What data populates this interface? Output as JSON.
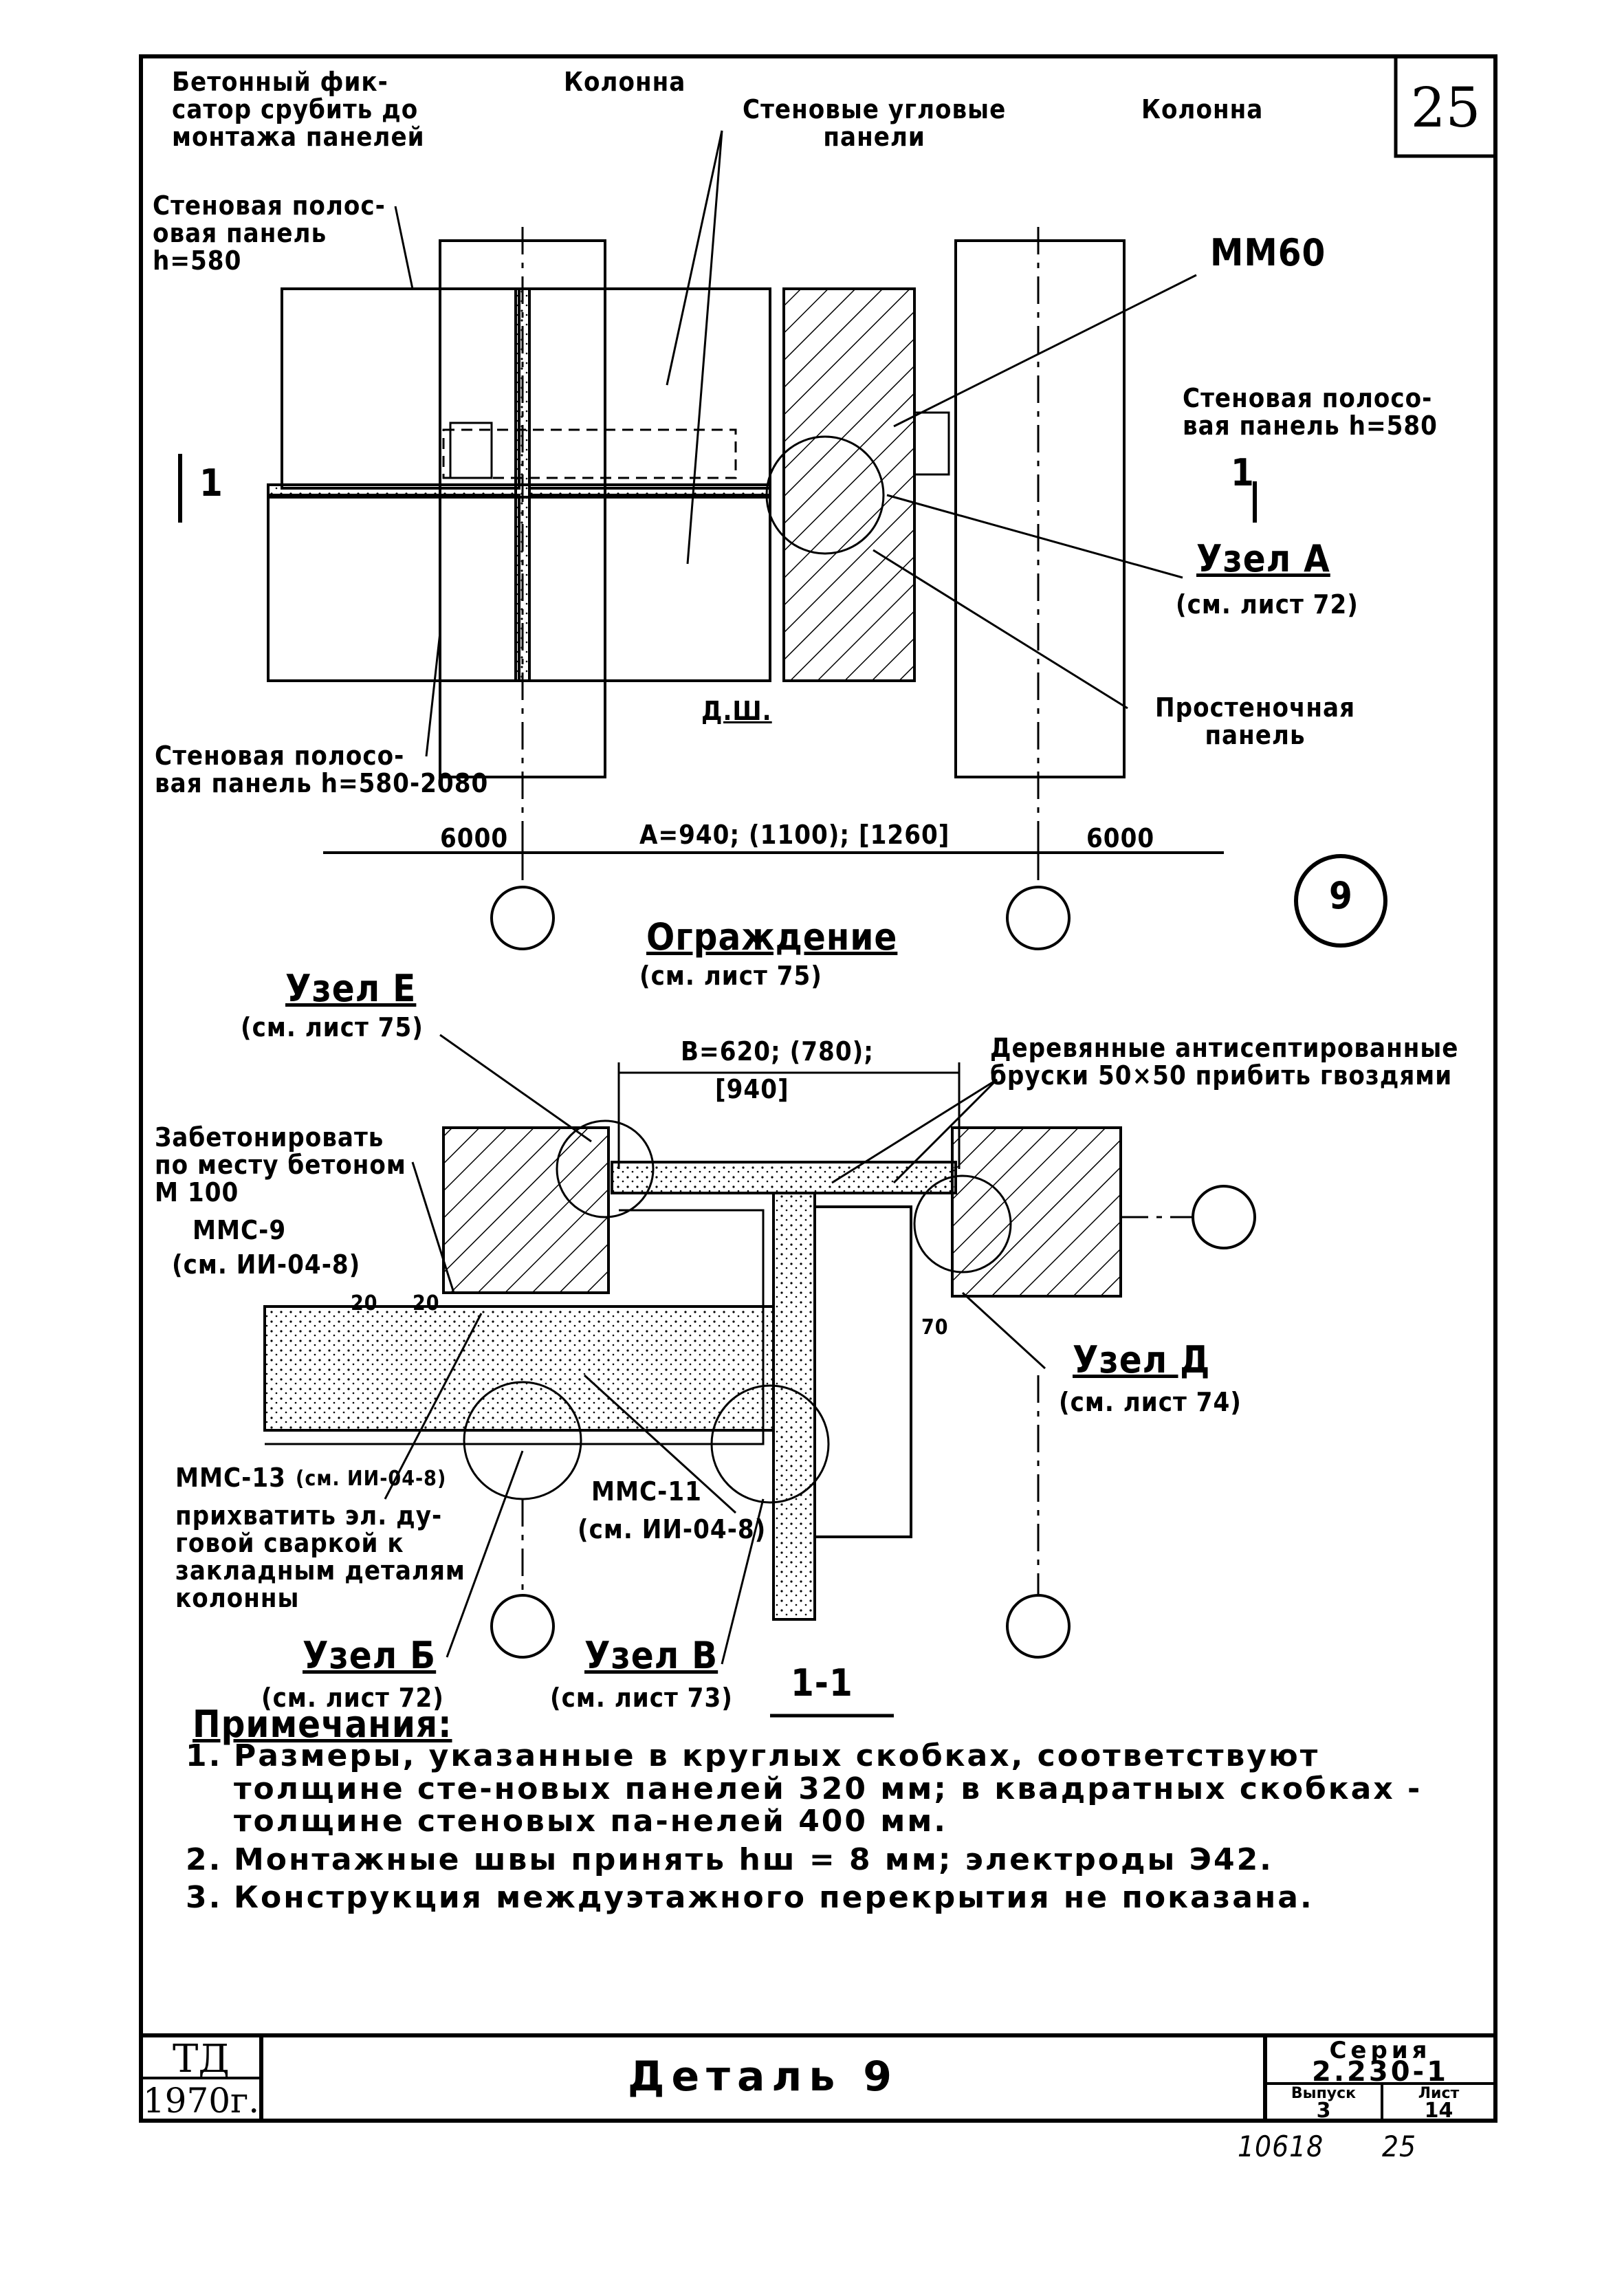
{
  "sheet_number": "25",
  "detail_number": "9",
  "plan_labels": {
    "concrete_fixer": "Бетонный фик-\nсатор срубить до\nмонтажа панелей",
    "column_left": "Колонна",
    "corner_panels": "Стеновые угловые\nпанели",
    "column_right": "Колонна",
    "strip_panel_top_left": "Стеновая полос-\nовая панель\nh=580",
    "mm60": "ММ60",
    "strip_panel_right": "Стеновая полосо-\nвая панель h=580",
    "section_mark_left": "1",
    "section_mark_right": "1",
    "node_a": "Узел А",
    "node_a_ref": "(см. лист 72)",
    "pier_panel": "Простеночная\nпанель",
    "dsh": "Д.Ш.",
    "strip_panel_bottom": "Стеновая полосо-\nвая панель h=580-2080",
    "dim_left": "6000",
    "dim_mid": "А=940; (1100); [1260]",
    "dim_right": "6000"
  },
  "section_labels": {
    "guard": "Ограждение",
    "guard_ref": "(см. лист 75)",
    "node_e": "Узел Е",
    "node_e_ref": "(см. лист 75)",
    "dim_b": "В=620; (780);",
    "dim_b2": "[940]",
    "wood_bars": "Деревянные антисептированные\nбруски 50×50 прибить гвоздями",
    "concrete_in_place": "Забетонировать\nпо месту бетоном\nМ 100",
    "mms9": "ММС-9",
    "mms9_ref": "(см. ИИ-04-8)",
    "dim_20a": "20",
    "dim_20b": "20",
    "dim_70": "70",
    "node_d": "Узел Д",
    "node_d_ref": "(см. лист 74)",
    "mms13": "ММС-13",
    "mms13_ref": "(см. ИИ-04-8)",
    "mms13_note": "прихватить эл. ду-\nговой сваркой к\nзакладным деталям\nколонны",
    "mms11": "ММС-11",
    "mms11_ref": "(см. ИИ-04-8)",
    "node_b": "Узел Б",
    "node_b_ref": "(см. лист 72)",
    "node_v": "Узел В",
    "node_v_ref": "(см. лист 73)",
    "section_title": "1-1"
  },
  "notes_title": "Примечания:",
  "notes": [
    {
      "num": "1.",
      "text": "Размеры, указанные в круглых скобках, соответствуют толщине сте-новых панелей 320 мм; в квадратных скобках - толщине стеновых па-нелей 400 мм."
    },
    {
      "num": "2.",
      "text": "Монтажные швы принять hш = 8 мм; электроды Э42."
    },
    {
      "num": "3.",
      "text": "Конструкция междуэтажного перекрытия не показана."
    }
  ],
  "title_block": {
    "org": "ТД",
    "year": "1970г.",
    "title": "Деталь 9",
    "series_label": "Серия",
    "series": "2.230-1",
    "issue_label": "Выпуск",
    "issue": "3",
    "sheet_label": "Лист",
    "sheet": "14"
  },
  "footer": {
    "code": "10618",
    "page": "25"
  }
}
